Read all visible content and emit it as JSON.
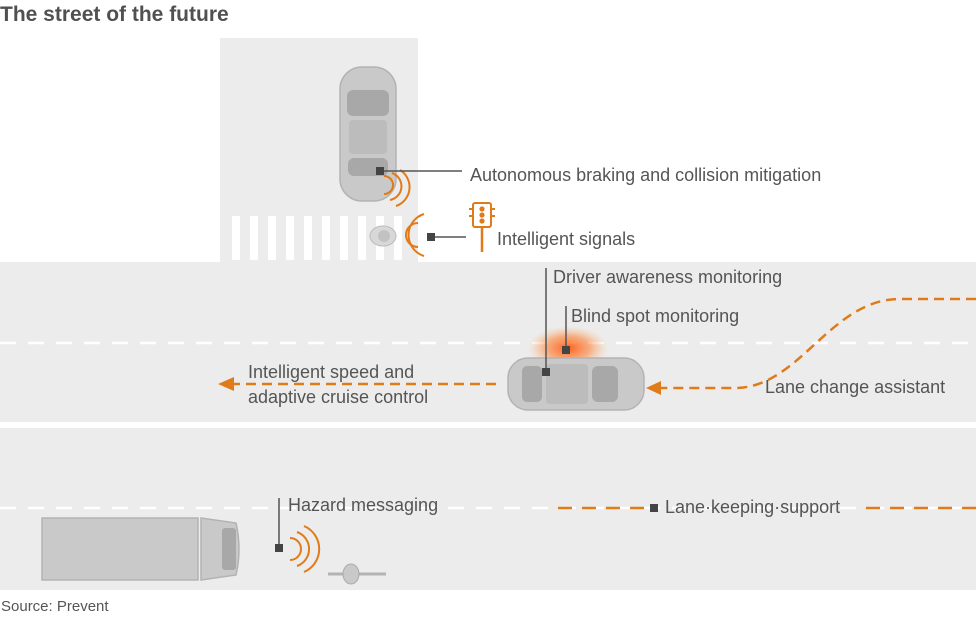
{
  "title": "The street of the future",
  "source": "Source: Prevent",
  "colors": {
    "accent": "#e07b1a",
    "road": "#ececec",
    "vehicle": "#c8c8c8",
    "text": "#555555"
  },
  "features": {
    "autonomous_braking": "Autonomous braking and collision mitigation",
    "intelligent_signals": "Intelligent signals",
    "driver_awareness": "Driver awareness  monitoring",
    "blind_spot": "Blind spot monitoring",
    "speed_line1": "Intelligent speed and",
    "speed_line2": "adaptive cruise control",
    "lane_change": "Lane change assistant",
    "hazard_messaging": "Hazard messaging",
    "lane_keeping": "Lane·keeping·support"
  },
  "icons": [
    "traffic-light-icon",
    "pedestrian-icon",
    "cyclist-icon",
    "car-icon",
    "truck-icon",
    "signal-wave-icon",
    "blind-spot-glow-icon"
  ]
}
